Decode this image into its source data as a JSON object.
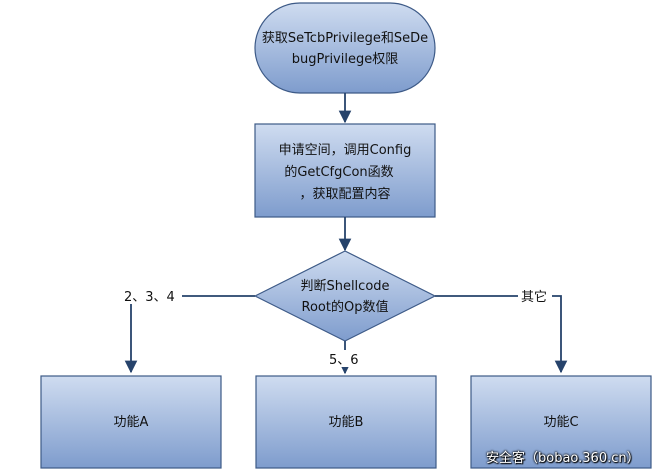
{
  "diagram": {
    "start": {
      "line1": "获取SeTcbPrivilege和SeDe",
      "line2": "bugPrivilege权限"
    },
    "process": {
      "line1": "申请空间，调用Config",
      "line2": "的GetCfgCon函数",
      "line3": "，获取配置内容"
    },
    "decision": {
      "line1": "判断Shellcode",
      "line2": "Root的Op数值"
    },
    "branches": {
      "left_label": "2、3、4",
      "middle_label": "5、6",
      "right_label": "其它"
    },
    "outputs": [
      {
        "label": "功能A"
      },
      {
        "label": "功能B"
      },
      {
        "label": "功能C"
      }
    ]
  },
  "watermark": "安全客（bobao.360.cn）",
  "colors": {
    "fill_top": "#c6d5ec",
    "fill_bottom": "#7f9ccd",
    "stroke": "#3d5a87",
    "arrow": "#26436b"
  }
}
